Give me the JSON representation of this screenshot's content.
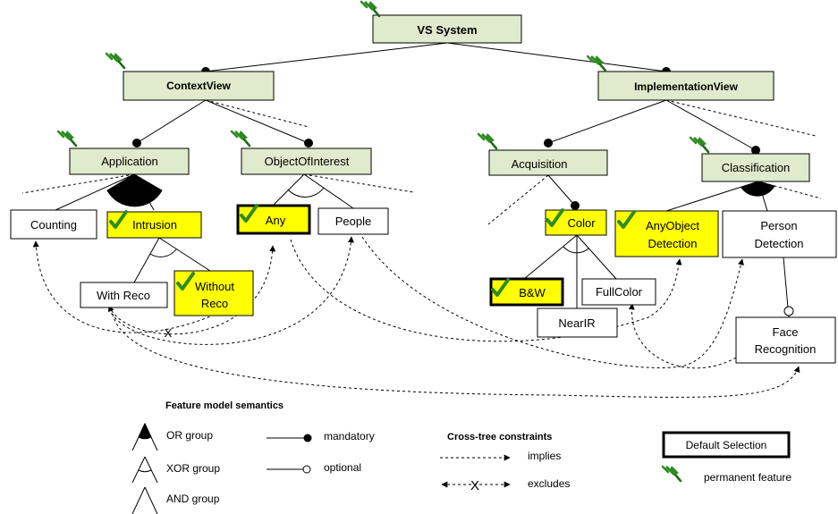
{
  "colors": {
    "view_fill": "#e0eacc",
    "selected_fill": "#ffff00",
    "normal_fill": "#ffffff",
    "check": "#2e8b22",
    "pin": "#2e8b22"
  },
  "features": {
    "root": "VS System",
    "context_view": "ContextView",
    "implementation_view": "ImplementationView",
    "application": "Application",
    "object_of_interest": "ObjectOfInterest",
    "acquisition": "Acquisition",
    "classification": "Classification",
    "counting": "Counting",
    "intrusion": "Intrusion",
    "with_reco": "With Reco",
    "without_reco_l1": "Without",
    "without_reco_l2": "Reco",
    "any": "Any",
    "people": "People",
    "color": "Color",
    "bw": "B&W",
    "near_ir": "NearIR",
    "full_color": "FullColor",
    "any_object_l1": "AnyObject",
    "any_object_l2": "Detection",
    "person_detection_l1": "Person",
    "person_detection_l2": "Detection",
    "face_recognition_l1": "Face",
    "face_recognition_l2": "Recognition"
  },
  "exclude_mark": "X",
  "legend": {
    "semantics_title": "Feature model semantics",
    "or_group": "OR group",
    "xor_group": "XOR group",
    "and_group": "AND group",
    "mandatory": "mandatory",
    "optional": "optional",
    "constraints_title": "Cross-tree constraints",
    "implies": "implies",
    "excludes": "excludes",
    "default_selection": "Default Selection",
    "permanent_feature": "permanent feature"
  }
}
